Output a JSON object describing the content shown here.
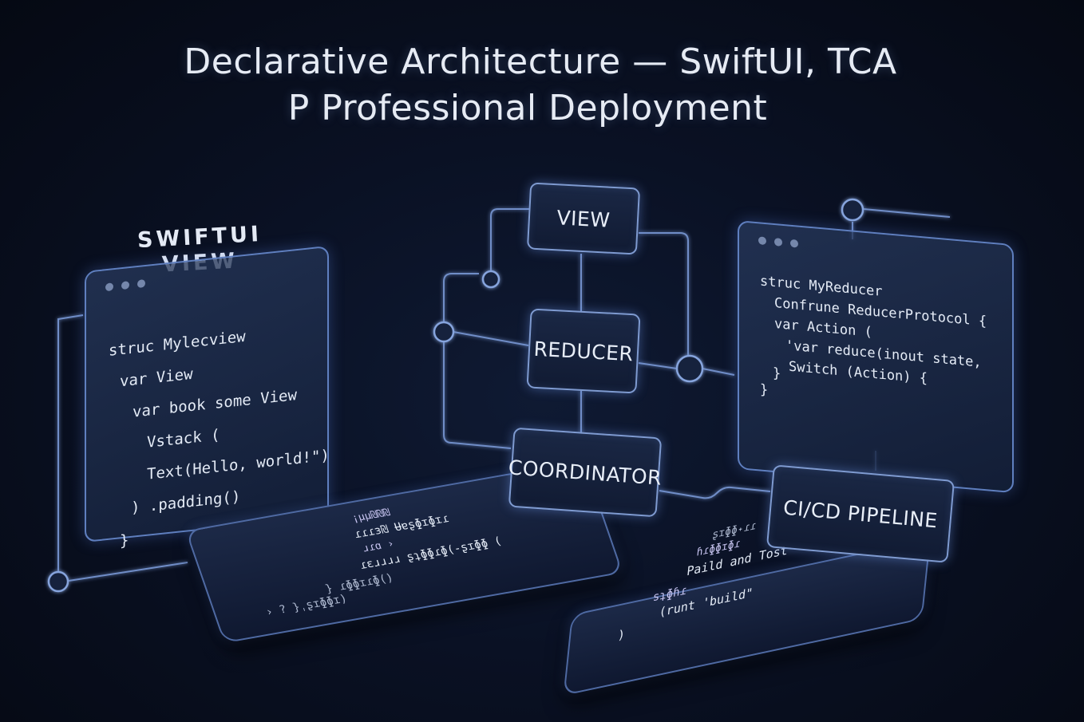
{
  "title": {
    "line1": "Declarative Architecture — SwiftUI, TCA",
    "line2": "P Professional Deployment"
  },
  "nodes": {
    "view": "VIEW",
    "reducer": "REDUCER",
    "coordinator": "COORDINATOR",
    "pipeline": "CI/CD PIPELINE"
  },
  "swiftui_label": {
    "line1": "SWIFTUI",
    "line2": "VIEW"
  },
  "swiftui_code": [
    "struc Mylecview",
    "var View",
    "var book some View",
    "Vstack (",
    "Text(Hello, world!\")",
    ") .padding()",
    "}"
  ],
  "reducer_code": [
    "struc MyReducer",
    "Confrune ReducerProtocol {",
    "var Action (",
    "'var reduce(inout state,",
    "Switch (Action) {",
    "}",
    "}"
  ],
  "coordinator_slab_code": [
    "¡µµ₪₪₪",
    "ɾɾɾɜ₪ Ʉɐʂɸɪɸɪɾ",
    "ɹɾɑ ›",
    "ɾɛɹɹɹɹ ʂʇɸɸɾɸ(-ʂɪɸɸ (",
    "} ɾɸɸɪɾɸ()",
    "› ? }ˌʂɪɸɸɪ)"
  ],
  "pipeline_slab_code": [
    "ʂɪɸɸ˖ɾɾ",
    "ɦɾɸɸɪɸɾ",
    "Paild and Tost\"",
    "sʇɸɦɾ",
    "(runt 'build\"",
    ")"
  ],
  "colors": {
    "accent": "#7f9bd1",
    "wire": "#6f8dc7",
    "background": "#0a1124"
  }
}
